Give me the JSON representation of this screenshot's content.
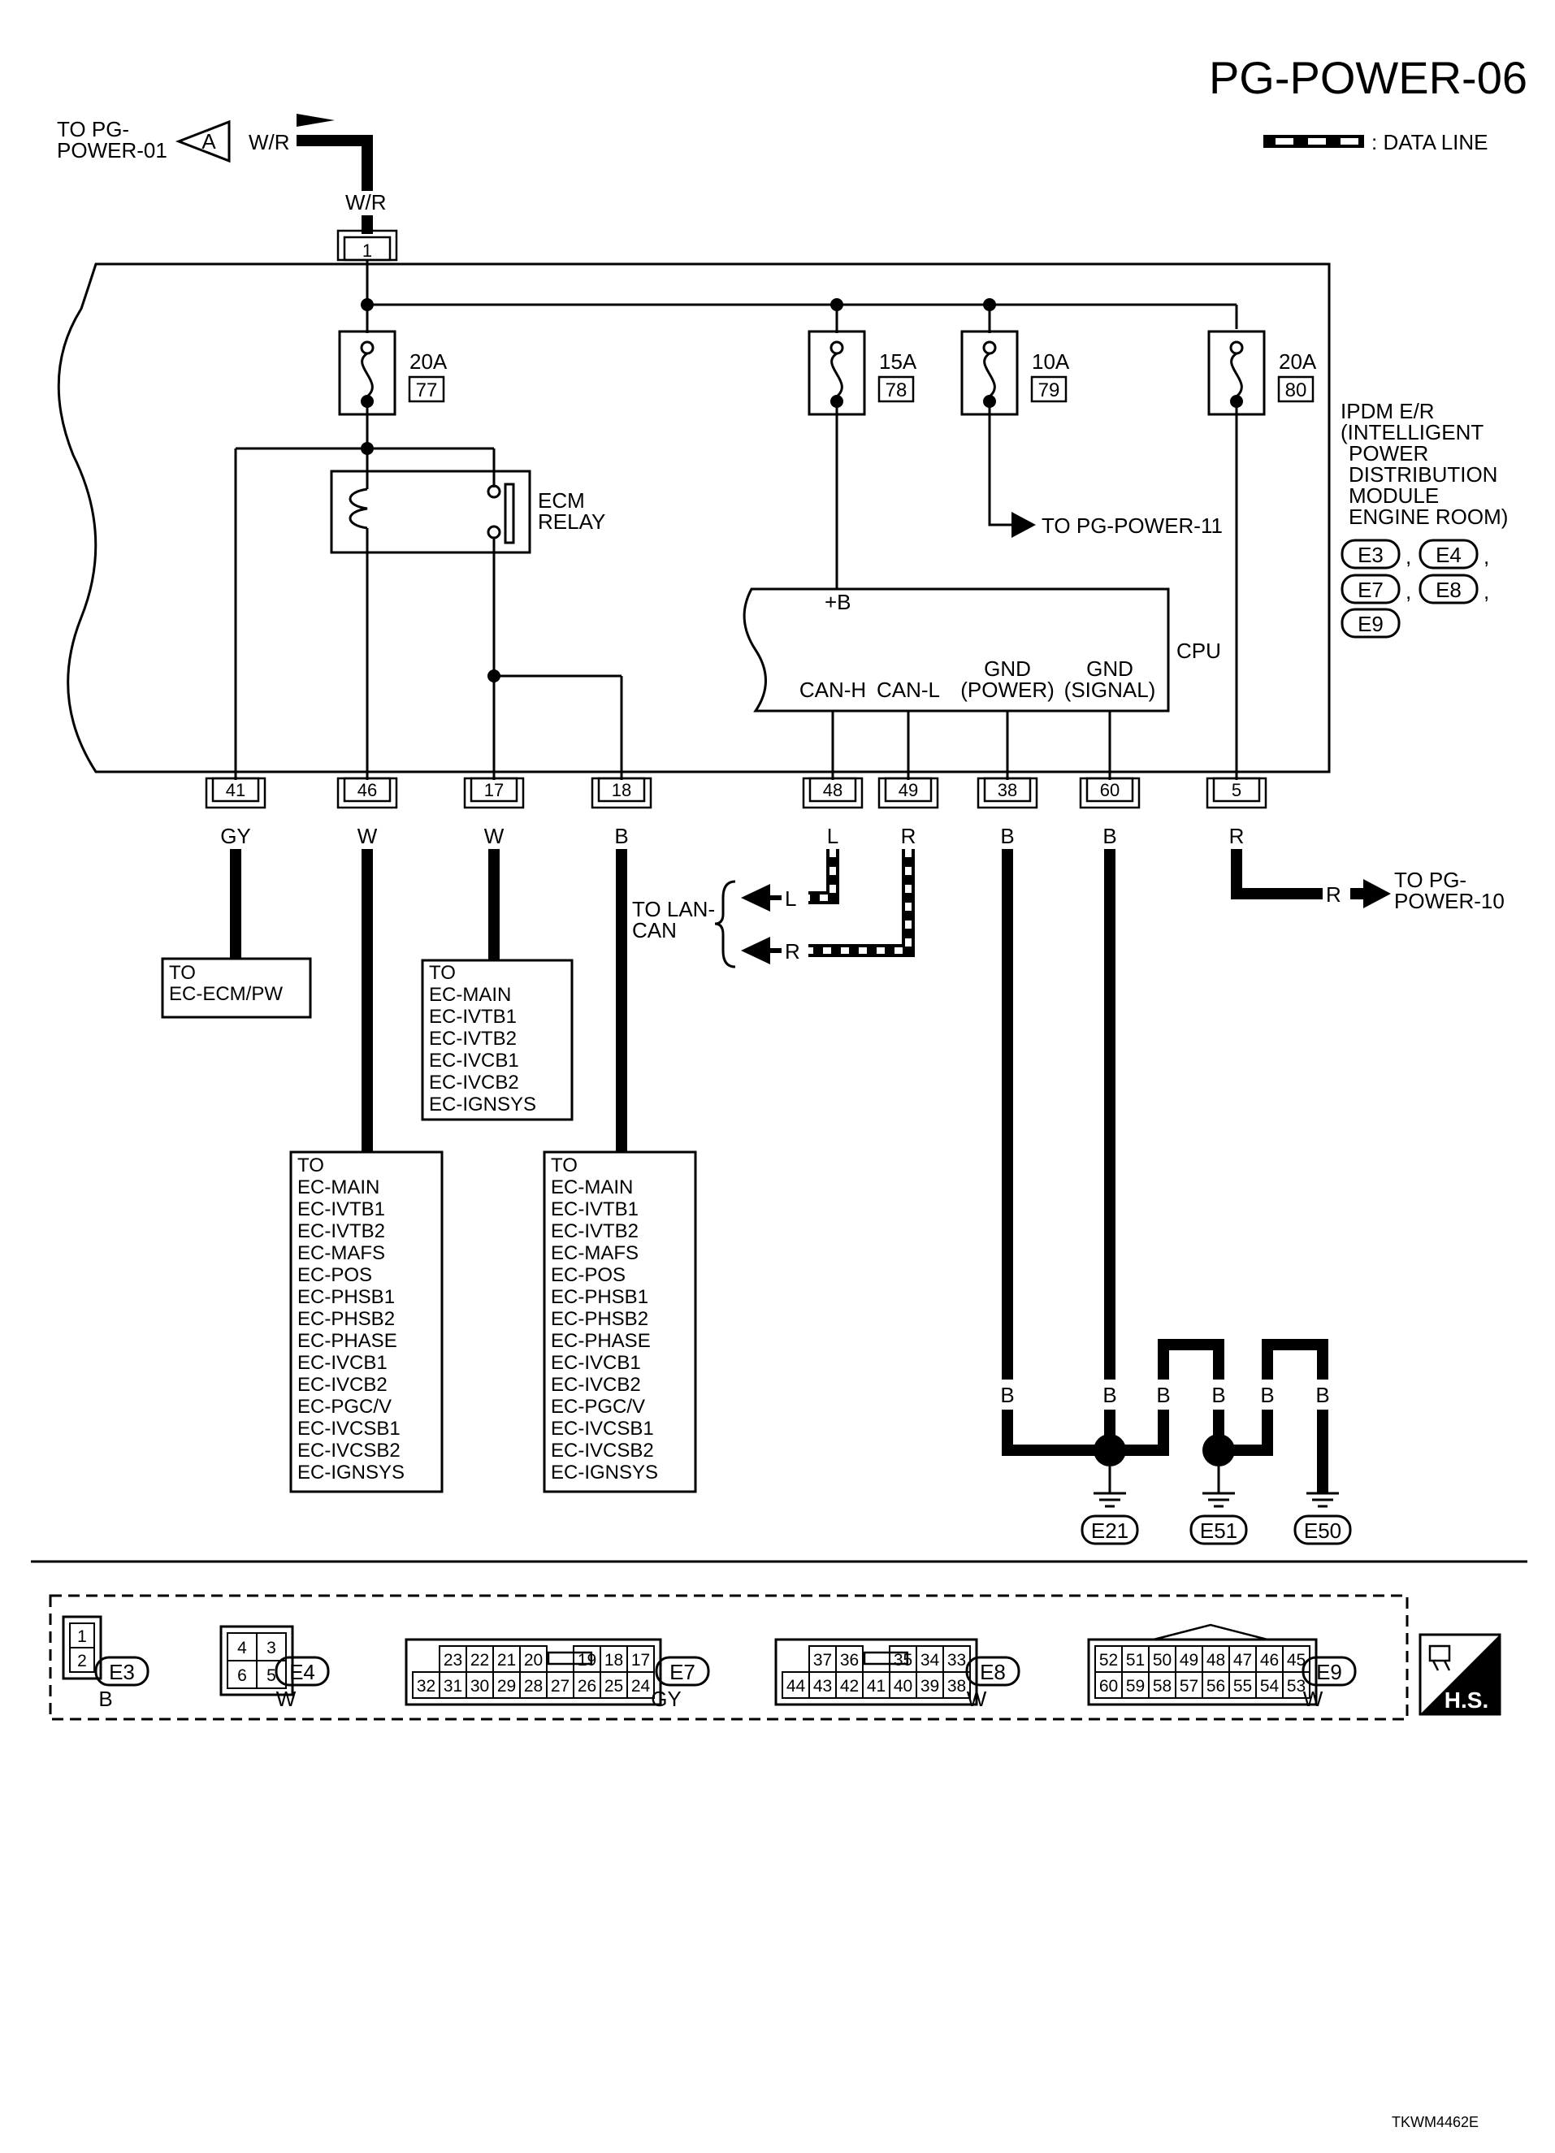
{
  "page": {
    "title": "PG-POWER-06",
    "legend_label": ": DATA LINE",
    "footer_code": "TKWM4462E"
  },
  "top_source": {
    "to_label_1": "TO PG-",
    "to_label_2": "POWER-01",
    "connector_letter": "A",
    "wire_color": "W/R",
    "wire_color_2": "W/R",
    "pin": "1"
  },
  "ipdm": {
    "label_lines": [
      "IPDM E/R",
      "(INTELLIGENT",
      "POWER",
      "DISTRIBUTION",
      "MODULE",
      "ENGINE ROOM)"
    ],
    "connectors": [
      "E3",
      "E4",
      "E7",
      "E8",
      "E9"
    ]
  },
  "fuses": [
    {
      "amps": "20A",
      "number": "77"
    },
    {
      "amps": "15A",
      "number": "78"
    },
    {
      "amps": "10A",
      "number": "79"
    },
    {
      "amps": "20A",
      "number": "80"
    }
  ],
  "relay": {
    "line1": "ECM",
    "line2": "RELAY"
  },
  "to_pg_power_11": "TO PG-POWER-11",
  "cpu": {
    "label": "CPU",
    "plus_b": "+B",
    "can_h": "CAN-H",
    "can_l": "CAN-L",
    "gnd_power_1": "GND",
    "gnd_power_2": "(POWER)",
    "gnd_signal_1": "GND",
    "gnd_signal_2": "(SIGNAL)"
  },
  "bottom_pins": [
    {
      "pin": "41",
      "color": "GY"
    },
    {
      "pin": "46",
      "color": "W"
    },
    {
      "pin": "17",
      "color": "W"
    },
    {
      "pin": "18",
      "color": "B"
    },
    {
      "pin": "48",
      "color": "L"
    },
    {
      "pin": "49",
      "color": "R"
    },
    {
      "pin": "38",
      "color": "B"
    },
    {
      "pin": "60",
      "color": "B"
    },
    {
      "pin": "5",
      "color": "R"
    }
  ],
  "lan": {
    "label_1": "TO LAN-",
    "label_2": "CAN",
    "l": "L",
    "r": "R"
  },
  "to_pg_power_10": {
    "line1": "TO PG-",
    "line2": "POWER-10",
    "color": "R"
  },
  "box_ecm_pw": [
    "TO",
    "EC-ECM/PW"
  ],
  "box_17": [
    "TO",
    "EC-MAIN",
    "EC-IVTB1",
    "EC-IVTB2",
    "EC-IVCB1",
    "EC-IVCB2",
    "EC-IGNSYS"
  ],
  "box_46": [
    "TO",
    "EC-MAIN",
    "EC-IVTB1",
    "EC-IVTB2",
    "EC-MAFS",
    "EC-POS",
    "EC-PHSB1",
    "EC-PHSB2",
    "EC-PHASE",
    "EC-IVCB1",
    "EC-IVCB2",
    "EC-PGC/V",
    "EC-IVCSB1",
    "EC-IVCSB2",
    "EC-IGNSYS"
  ],
  "box_18": [
    "TO",
    "EC-MAIN",
    "EC-IVTB1",
    "EC-IVTB2",
    "EC-MAFS",
    "EC-POS",
    "EC-PHSB1",
    "EC-PHSB2",
    "EC-PHASE",
    "EC-IVCB1",
    "EC-IVCB2",
    "EC-PGC/V",
    "EC-IVCSB1",
    "EC-IVCSB2",
    "EC-IGNSYS"
  ],
  "grounds": {
    "wire_color": "B",
    "labels": [
      "E21",
      "E51",
      "E50"
    ]
  },
  "connector_views": [
    {
      "id": "E3",
      "color": "B",
      "rows": [
        [
          "1"
        ],
        [
          "2"
        ]
      ]
    },
    {
      "id": "E4",
      "color": "W",
      "rows": [
        [
          "4",
          "3"
        ],
        [
          "6",
          "5"
        ]
      ]
    },
    {
      "id": "E7",
      "color": "GY",
      "rows": [
        [
          "23",
          "22",
          "21",
          "20",
          "",
          "19",
          "18",
          "17"
        ],
        [
          "32",
          "31",
          "30",
          "29",
          "28",
          "27",
          "26",
          "25",
          "24"
        ]
      ]
    },
    {
      "id": "E8",
      "color": "W",
      "rows": [
        [
          "37",
          "36",
          "",
          "35",
          "34",
          "33"
        ],
        [
          "44",
          "43",
          "42",
          "41",
          "40",
          "39",
          "38"
        ]
      ]
    },
    {
      "id": "E9",
      "color": "W",
      "rows": [
        [
          "52",
          "51",
          "50",
          "49",
          "48",
          "47",
          "46",
          "45"
        ],
        [
          "60",
          "59",
          "58",
          "57",
          "56",
          "55",
          "54",
          "53"
        ]
      ]
    }
  ],
  "hs_badge": "H.S."
}
